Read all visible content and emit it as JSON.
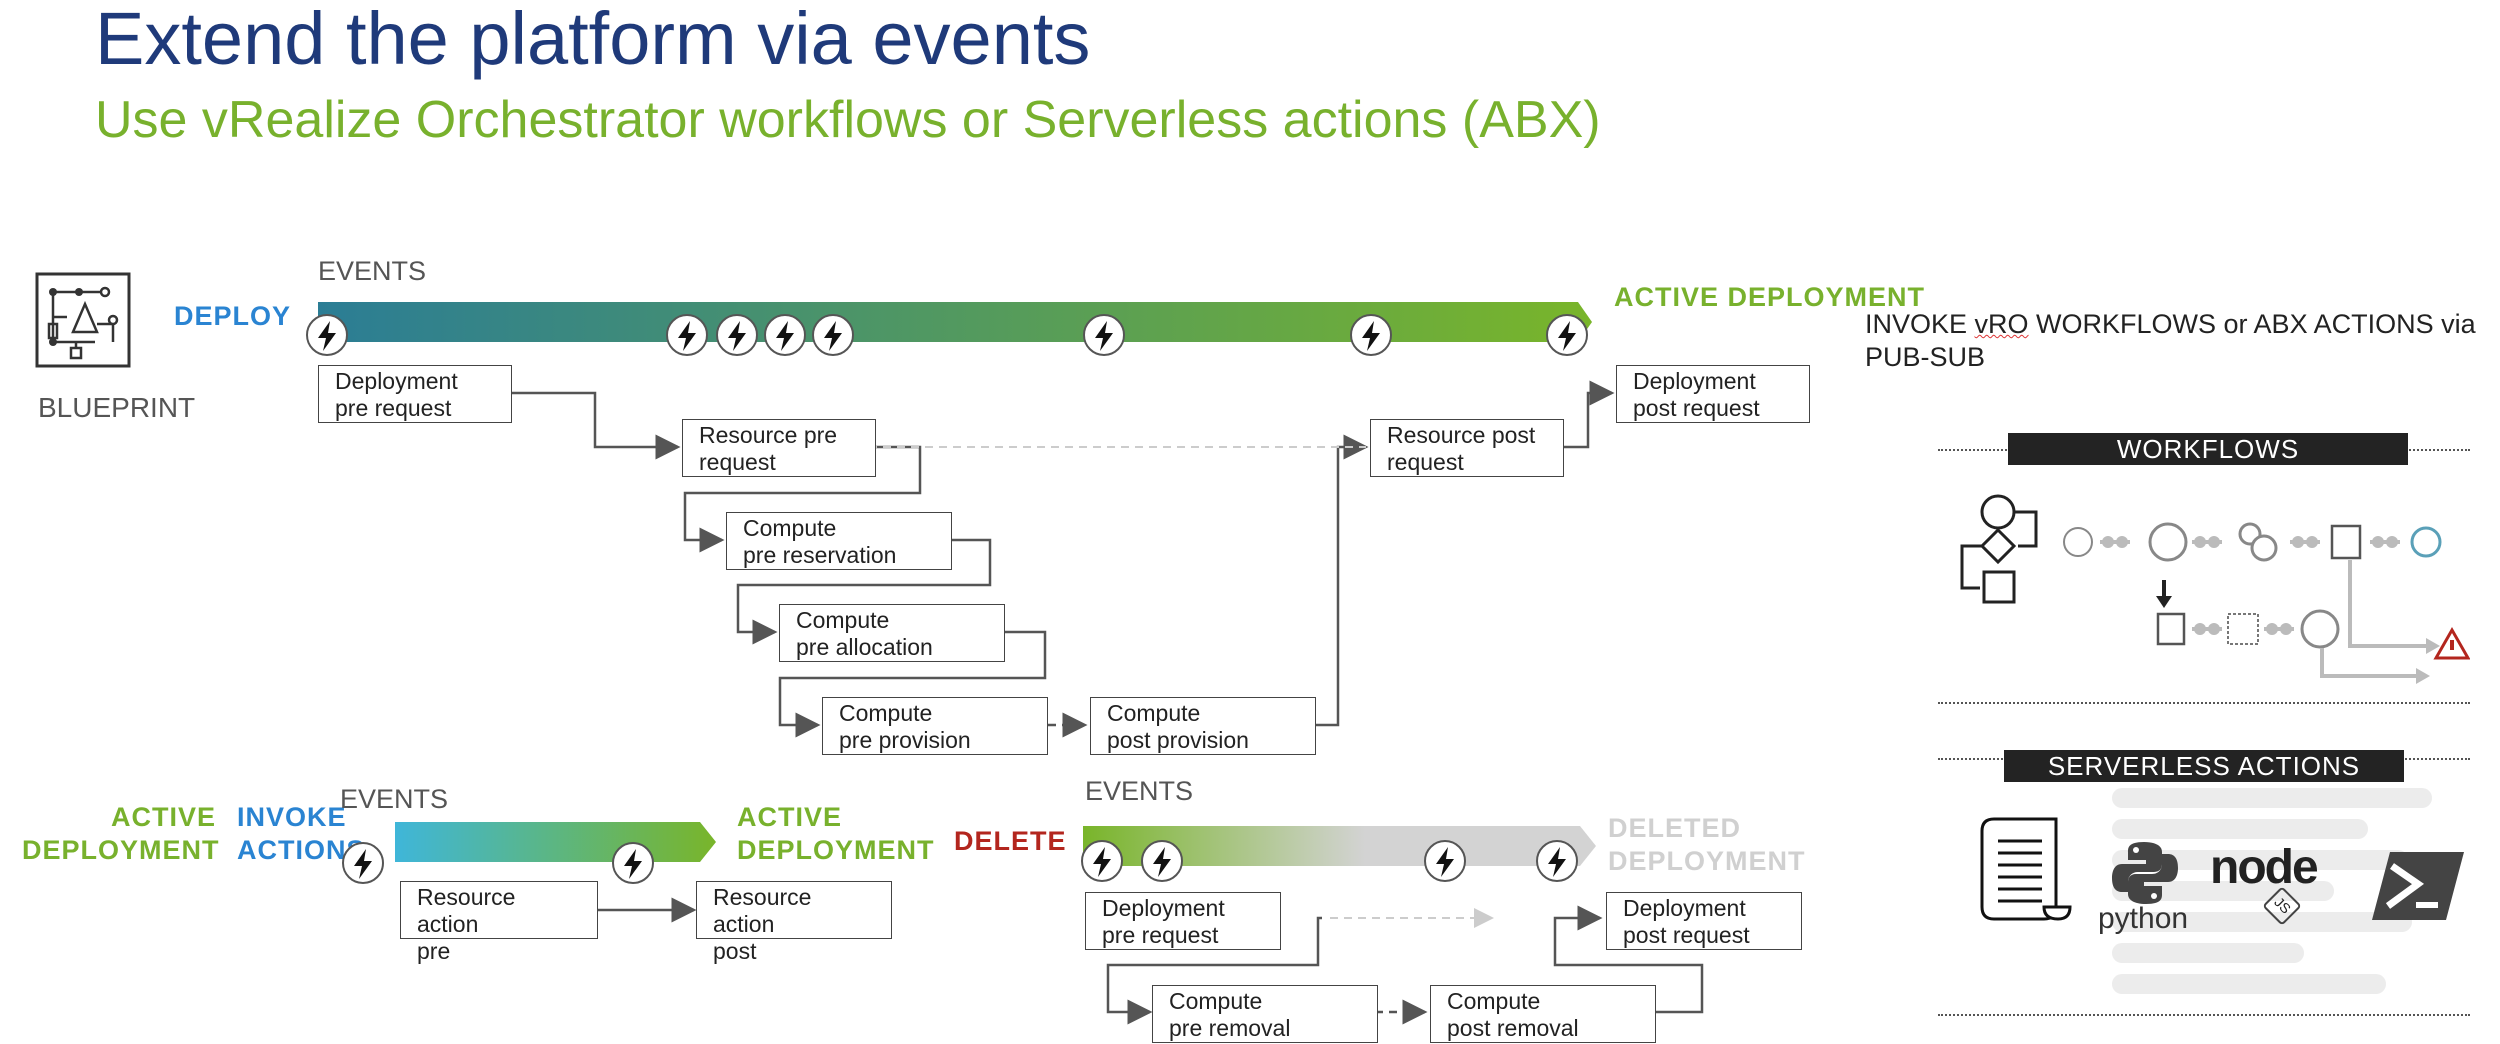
{
  "title": "Extend the platform via events",
  "subtitle": "Use vRealize Orchestrator workflows or Serverless actions (ABX)",
  "blueprint": {
    "label": "BLUEPRINT",
    "icon": "blueprint-icon"
  },
  "deploy_flow": {
    "start_label": "DEPLOY",
    "events_label": "EVENTS",
    "end_label": "ACTIVE DEPLOYMENT",
    "boxes": {
      "deployment_pre_request": "Deployment\npre request",
      "resource_pre_request": "Resource pre\nrequest",
      "compute_pre_reservation": "Compute\npre reservation",
      "compute_pre_allocation": "Compute\npre allocation",
      "compute_pre_provision": "Compute\npre provision",
      "compute_post_provision": "Compute\npost provision",
      "resource_post_request": "Resource post\nrequest",
      "deployment_post_request": "Deployment\npost request"
    }
  },
  "actions_flow": {
    "start_label": "ACTIVE\nDEPLOYMENT",
    "invoke_label": "INVOKE\nACTIONS",
    "events_label": "EVENTS",
    "end_label": "ACTIVE\nDEPLOYMENT",
    "boxes": {
      "resource_action_pre": "Resource action\npre",
      "resource_action_post": "Resource action\npost"
    }
  },
  "delete_flow": {
    "start_label": "DELETE",
    "events_label": "EVENTS",
    "end_label": "DELETED\nDEPLOYMENT",
    "boxes": {
      "deployment_pre_request": "Deployment\npre request",
      "compute_pre_removal": "Compute\npre removal",
      "compute_post_removal": "Compute\npost removal",
      "deployment_post_request": "Deployment\npost request"
    }
  },
  "side_panel": {
    "invoke_prefix": "INVOKE ",
    "invoke_vro": "vRO",
    "invoke_suffix": " WORKFLOWS or ABX ACTIONS via PUB-SUB",
    "workflows_banner": "WORKFLOWS",
    "serverless_banner": "SERVERLESS ACTIONS",
    "python_label": "python",
    "node_label": "node",
    "js_label": "JS"
  },
  "colors": {
    "title": "#1f3a7a",
    "subtitle_green": "#78b12d",
    "deploy_blue": "#2a84d2",
    "delete_red": "#b3261e",
    "bar_teal": "#2b7d95",
    "bar_green": "#79b52a",
    "bar_cyan": "#3fb6d9",
    "deleted_gray": "#d0d0d0"
  }
}
